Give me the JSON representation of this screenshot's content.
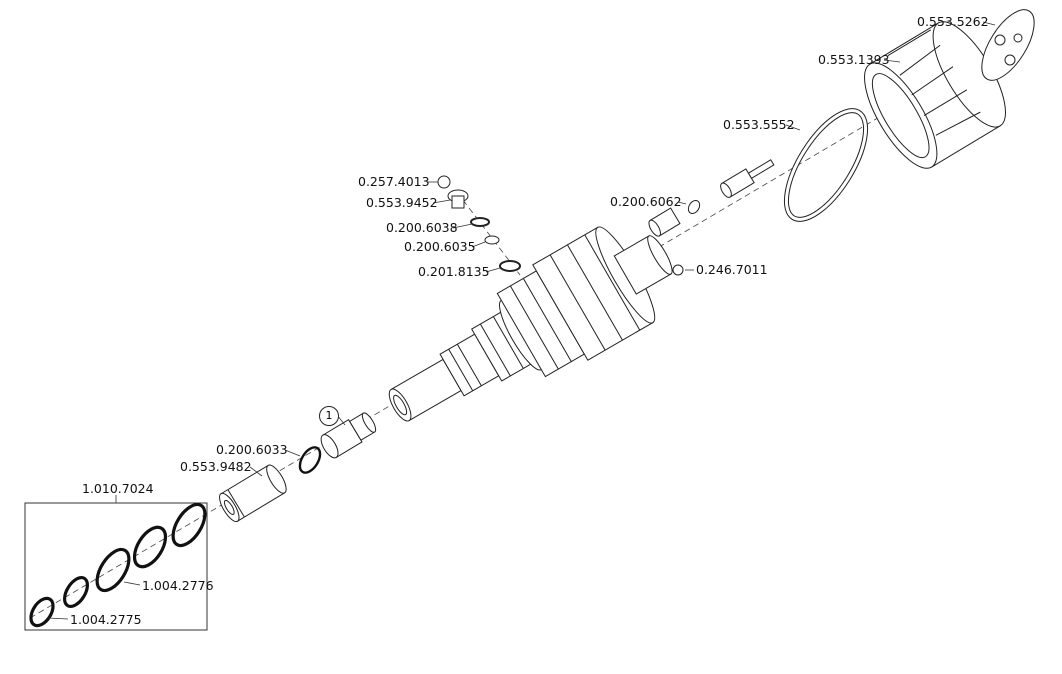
{
  "parts": {
    "p_5262": "0.553.5262",
    "p_1393": "0.553.1393",
    "p_5552": "0.553.5552",
    "p_4013": "0.257.4013",
    "p_9452": "0.553.9452",
    "p_6038": "0.200.6038",
    "p_6035": "0.200.6035",
    "p_8135": "0.201.8135",
    "p_6062": "0.200.6062",
    "p_7011": "0.246.7011",
    "callout": "1",
    "p_6033": "0.200.6033",
    "p_9482": "0.553.9482",
    "kit": "1.010.7024",
    "p_2776": "1.004.2776",
    "p_2775": "1.004.2775"
  }
}
